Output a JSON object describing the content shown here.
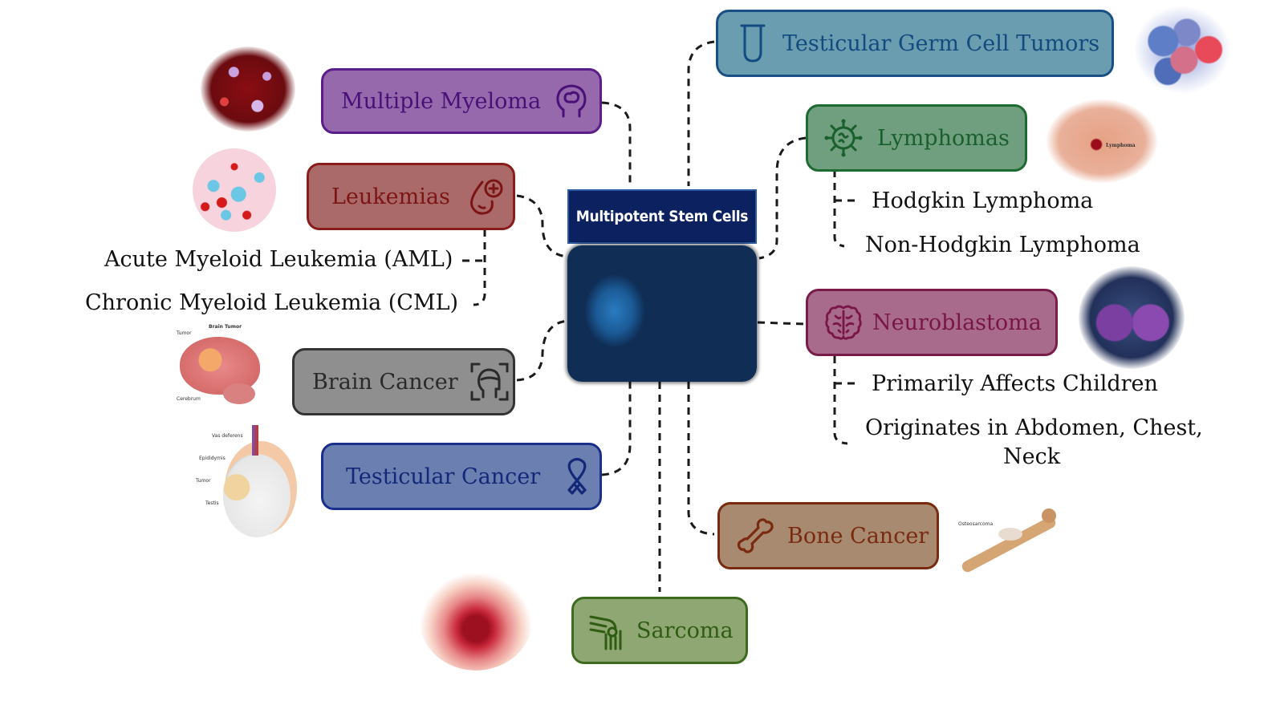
{
  "center": {
    "title": "Multipotent Stem Cells",
    "image": "stem-cells-microscopy-image"
  },
  "nodes": {
    "multiple_myeloma": {
      "label": "Multiple Myeloma",
      "icon": "head-profile-icon",
      "fill": "#9569ac",
      "border": "#5b1d8a",
      "text": "#4a1078"
    },
    "leukemias": {
      "label": "Leukemias",
      "icon": "blood-drop-plus-icon",
      "fill": "#ab6a6a",
      "border": "#8a1c1c",
      "text": "#7d1414"
    },
    "brain_cancer": {
      "label": "Brain Cancer",
      "icon": "head-scan-icon",
      "fill": "#8f8f8f",
      "border": "#333333",
      "text": "#2a2a2a"
    },
    "testicular_cancer": {
      "label": "Testicular Cancer",
      "icon": "awareness-ribbon-icon",
      "fill": "#6b7fb0",
      "border": "#1a2f8a",
      "text": "#14287a"
    },
    "sarcoma": {
      "label": "Sarcoma",
      "icon": "knee-joint-icon",
      "fill": "#8fa873",
      "border": "#3e6a1f",
      "text": "#2f5c12"
    },
    "bone_cancer": {
      "label": "Bone Cancer",
      "icon": "bone-icon",
      "fill": "#a88a70",
      "border": "#7a2a10",
      "text": "#7a2a10"
    },
    "neuroblastoma": {
      "label": "Neuroblastoma",
      "icon": "brain-icon",
      "fill": "#a86b8c",
      "border": "#7a1c4a",
      "text": "#7a1548"
    },
    "lymphomas": {
      "label": "Lymphomas",
      "icon": "virus-icon",
      "fill": "#6f9f7f",
      "border": "#1d6a33",
      "text": "#1a5f2d"
    },
    "testicular_germ_cell": {
      "label": "Testicular Germ Cell Tumors",
      "icon": "test-tube-icon",
      "fill": "#6a9db0",
      "border": "#1a4f85",
      "text": "#134a80"
    }
  },
  "subitems": {
    "leukemias": [
      "Acute Myeloid Leukemia (AML)",
      "Chronic Myeloid Leukemia (CML)"
    ],
    "lymphomas": [
      "Hodgkin Lymphoma",
      "Non-Hodgkin Lymphoma"
    ],
    "neuroblastoma": [
      "Primarily Affects Children",
      "Originates in Abdomen, Chest,",
      "Neck"
    ]
  },
  "image_labels": {
    "brain_title": "Brain Tumor",
    "brain_tumor": "Tumor",
    "brain_cerebrum": "Cerebrum",
    "testis_vas": "Vas deferens",
    "testis_epididymis": "Epididymis",
    "testis_tumor": "Tumor",
    "testis_testis": "Testis",
    "lymphoma_label": "Lymphoma",
    "bone_label": "Osteosarcoma"
  }
}
